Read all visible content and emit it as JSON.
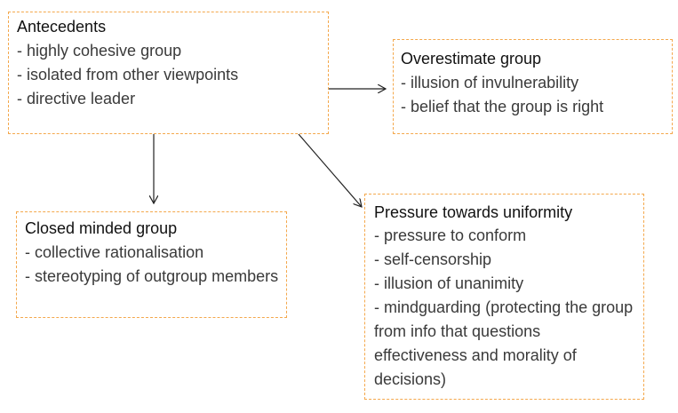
{
  "boxes": {
    "antecedents": {
      "title": "Antecedents",
      "items": [
        "- highly cohesive group",
        "- isolated from other viewpoints",
        "- directive leader"
      ]
    },
    "overestimate": {
      "title": "Overestimate group",
      "items": [
        "- illusion of invulnerability",
        "- belief that the group is right"
      ]
    },
    "closed_minded": {
      "title": "Closed minded group",
      "items": [
        "- collective rationalisation",
        "- stereotyping of outgroup members"
      ]
    },
    "pressure": {
      "title": "Pressure towards uniformity",
      "items": [
        "- pressure to conform",
        "- self-censorship",
        "- illusion of unanimity",
        "- mindguarding (protecting the group from info that questions effectiveness and morality of decisions)"
      ]
    }
  },
  "edges": [
    {
      "from": "Antecedents",
      "to": "Overestimate group"
    },
    {
      "from": "Antecedents",
      "to": "Closed minded group"
    },
    {
      "from": "Antecedents",
      "to": "Pressure towards uniformity"
    }
  ],
  "colors": {
    "box_border": "#f4a84c",
    "arrow": "#222222",
    "text": "#3a3a3a"
  }
}
